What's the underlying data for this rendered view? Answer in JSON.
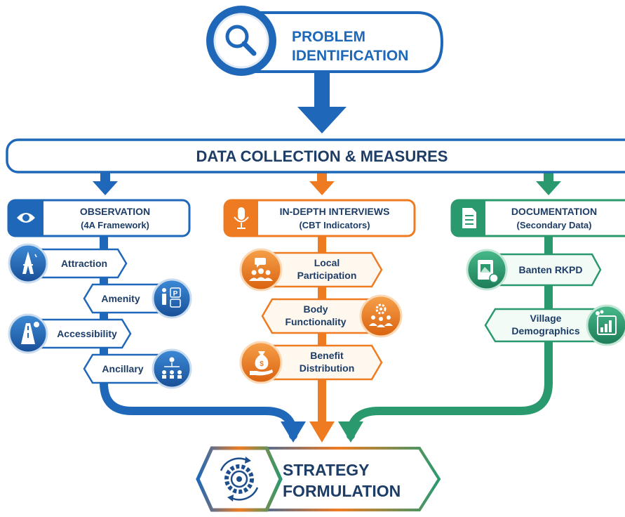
{
  "problem_identification": {
    "line1": "PROBLEM",
    "line2": "IDENTIFICATION"
  },
  "data_collection": {
    "title": "DATA COLLECTION & MEASURES"
  },
  "observation": {
    "title": "OBSERVATION",
    "subtitle": "(4A Framework)",
    "items": [
      "Attraction",
      "Amenity",
      "Accessibility",
      "Ancillary"
    ]
  },
  "interviews": {
    "title": "IN-DEPTH INTERVIEWS",
    "subtitle": "(CBT Indicators)",
    "items": [
      {
        "line1": "Local",
        "line2": "Participation"
      },
      {
        "line1": "Body",
        "line2": "Functionality"
      },
      {
        "line1": "Benefit",
        "line2": "Distribution"
      }
    ]
  },
  "documentation": {
    "title": "DOCUMENTATION",
    "subtitle": "(Secondary Data)",
    "items": [
      {
        "line1": "Banten RKPD"
      },
      {
        "line1": "Village",
        "line2": "Demographics"
      }
    ]
  },
  "strategy": {
    "line1": "STRATEGY",
    "line2": "FORMULATION"
  },
  "colors": {
    "blue": "#1f68b9",
    "dark_blue": "#1e4f8c",
    "orange": "#ee7b22",
    "green": "#2a9a6e",
    "text": "#1d3d66"
  },
  "icons": {
    "problem": "magnifier-icon",
    "observation": "eye-icon",
    "interviews": "microphone-icon",
    "documentation": "document-icon",
    "attraction": "eiffel-tower-icon",
    "amenity": "restroom-parking-icon",
    "accessibility": "road-location-icon",
    "ancillary": "organization-icon",
    "local_participation": "group-chat-icon",
    "body_functionality": "team-gear-icon",
    "benefit_distribution": "money-bag-hand-icon",
    "banten_rkpd": "image-document-icon",
    "village_demographics": "bar-chart-people-icon",
    "strategy": "gear-cycle-icon"
  }
}
